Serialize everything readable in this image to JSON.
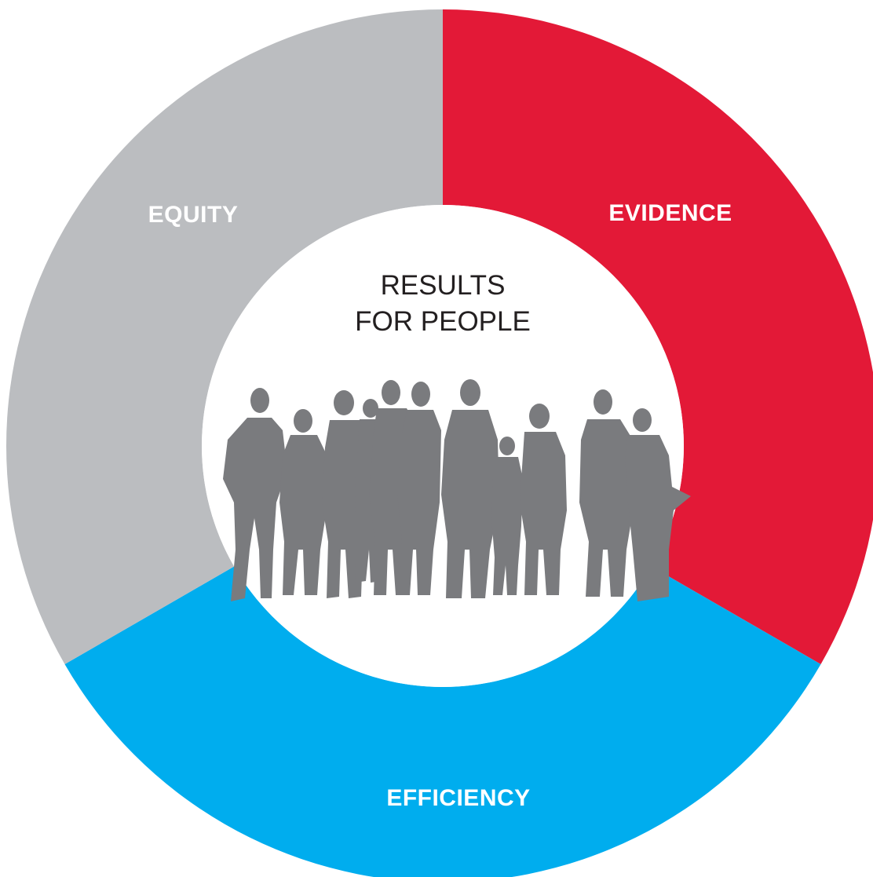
{
  "diagram": {
    "center": {
      "line1": "RESULTS",
      "line2": "FOR PEOPLE",
      "silhouette_icon": "crowd-silhouette-icon"
    },
    "segments": [
      {
        "id": "evidence",
        "label": "EVIDENCE",
        "color": "#e31937"
      },
      {
        "id": "efficiency",
        "label": "EFFICIENCY",
        "color": "#00adee"
      },
      {
        "id": "equity",
        "label": "EQUITY",
        "color": "#bbbdc0"
      }
    ],
    "silhouette_color": "#7a7b7e",
    "background": "#ffffff"
  }
}
